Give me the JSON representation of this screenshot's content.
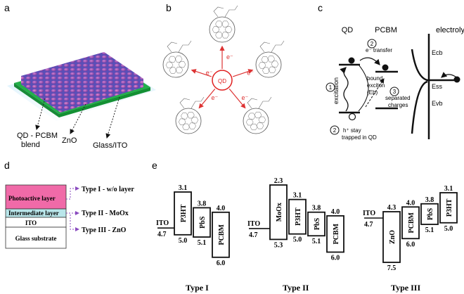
{
  "panels": {
    "a": "a",
    "b": "b",
    "c": "c",
    "d": "d",
    "e": "e"
  },
  "panel_a": {
    "labels": [
      "QD - PCBM",
      "blend",
      "ZnO",
      "Glass/ITO"
    ]
  },
  "panel_b": {
    "center": "QD",
    "electron": "e⁻"
  },
  "panel_c": {
    "qd": "QD",
    "pcbm": "PCBM",
    "electrolyte": "electrolyte",
    "excitation": "excitation",
    "bound_exciton": [
      "bound",
      "exciton",
      "(Eb)"
    ],
    "e_transfer": "e⁻ transfer",
    "separated": [
      "separated",
      "charges"
    ],
    "hole_note": [
      "h⁺ stay",
      "trapped in QD"
    ],
    "ecb": "Ecb",
    "ess": "Ess",
    "evb": "Evb",
    "steps": [
      "1",
      "2",
      "2",
      "3"
    ]
  },
  "panel_d": {
    "layers": [
      "Photoactive layer",
      "Intermediate layer",
      "ITO",
      "Glass substrate"
    ],
    "types": [
      "Type I - w/o layer",
      "Type II - MoOx",
      "Type III - ZnO"
    ],
    "colors": {
      "photoactive": "#f06aa8",
      "intermediate": "#b9e6ea",
      "arrow": "#8a4bbf"
    }
  },
  "panel_e": {
    "diagrams": [
      {
        "caption": "Type I",
        "ito": {
          "label": "ITO",
          "value": "4.7"
        },
        "boxes": [
          {
            "name": "P3HT",
            "top": "3.1",
            "bottom": "5.0"
          },
          {
            "name": "PbS",
            "top": "3.8",
            "bottom": "5.1"
          },
          {
            "name": "PCBM",
            "top": "4.0",
            "bottom": "6.0"
          }
        ]
      },
      {
        "caption": "Type II",
        "ito": {
          "label": "ITO",
          "value": "4.7"
        },
        "boxes": [
          {
            "name": "MoOx",
            "top": "2.3",
            "bottom": "5.3"
          },
          {
            "name": "P3HT",
            "top": "3.1",
            "bottom": "5.0"
          },
          {
            "name": "PbS",
            "top": "3.8",
            "bottom": "5.1"
          },
          {
            "name": "PCBM",
            "top": "4.0",
            "bottom": "6.0"
          }
        ]
      },
      {
        "caption": "Type III",
        "ito": {
          "label": "ITO",
          "value": "4.7"
        },
        "boxes": [
          {
            "name": "ZnO",
            "top": "4.3",
            "bottom": "7.5"
          },
          {
            "name": "PCBM",
            "top": "4.0",
            "bottom": "6.0"
          },
          {
            "name": "PbS",
            "top": "3.8",
            "bottom": "5.1"
          },
          {
            "name": "P3HT",
            "top": "3.1",
            "bottom": "5.0"
          }
        ]
      }
    ]
  }
}
